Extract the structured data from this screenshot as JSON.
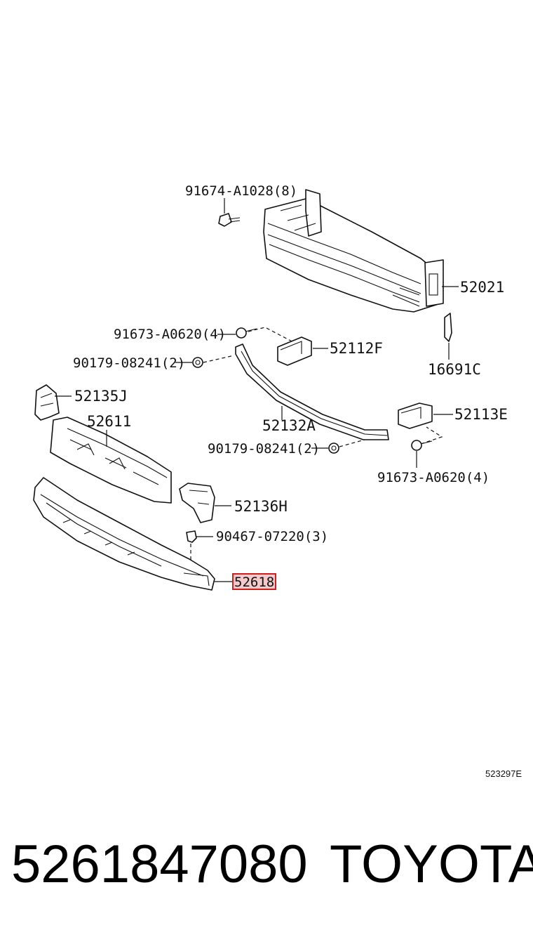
{
  "diagram": {
    "callouts": {
      "bolt_top": "91674-A1028(8)",
      "reinforcement": "52021",
      "bolt_left": "91673-A0620(4)",
      "bracket_f": "52112F",
      "nut_left": "90179-08241(2)",
      "clip_c": "16691C",
      "retainer_j": "52135J",
      "absorber": "52611",
      "support": "52132A",
      "bracket_e": "52113E",
      "nut_right": "90179-08241(2)",
      "bolt_right": "91673-A0620(4)",
      "retainer_h": "52136H",
      "clip": "90467-07220(3)",
      "lower_absorber": "52618"
    },
    "highlighted_part": "52618",
    "highlight_color": "#d01f1f",
    "reference_code": "523297E"
  },
  "footer": {
    "part_number": "5261847080",
    "brand": "TOYOTA"
  }
}
